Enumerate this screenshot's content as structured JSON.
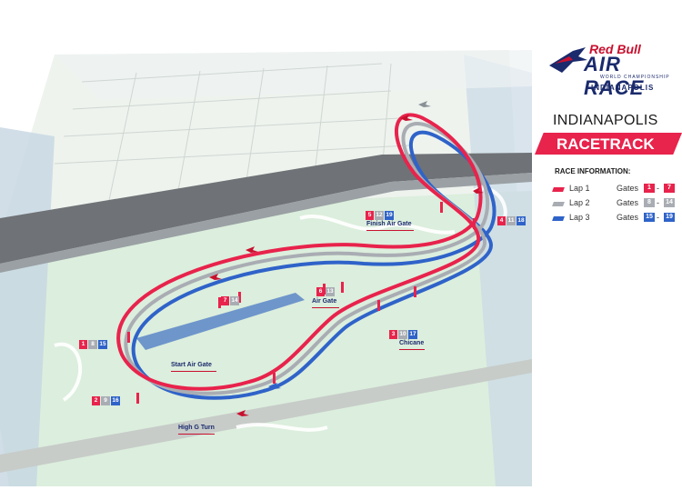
{
  "brand": {
    "name": "Red Bull",
    "event": "AIR RACE",
    "subtitle": "WORLD CHAMPIONSHIP",
    "city": "INDIANAPOLIS"
  },
  "title": {
    "city": "INDIANAPOLIS",
    "banner": "RACETRACK"
  },
  "race_info": {
    "heading": "RACE INFORMATION:",
    "gates_word": "Gates",
    "laps": [
      {
        "label": "Lap 1",
        "color": "#e8234c",
        "from": "1",
        "to": "7"
      },
      {
        "label": "Lap 2",
        "color": "#a9adb3",
        "from": "8",
        "to": "14"
      },
      {
        "label": "Lap 3",
        "color": "#2f63c9",
        "from": "15",
        "to": "19"
      }
    ]
  },
  "map_labels": {
    "finish_air_gate": "Finish Air Gate",
    "air_gate": "Air Gate",
    "start_air_gate": "Start Air Gate",
    "chicane": "Chicane",
    "high_g_turn": "High G Turn"
  },
  "gate_markers": [
    {
      "id": "finish",
      "gates": [
        "5",
        "12",
        "19"
      ]
    },
    {
      "id": "right",
      "gates": [
        "4",
        "11",
        "18"
      ]
    },
    {
      "id": "air-gate-left",
      "gates": [
        "7",
        "14"
      ]
    },
    {
      "id": "air-gate-right",
      "gates": [
        "6",
        "13"
      ]
    },
    {
      "id": "chicane",
      "gates": [
        "3",
        "10",
        "17"
      ]
    },
    {
      "id": "start",
      "gates": [
        "1",
        "8",
        "15"
      ]
    },
    {
      "id": "high-g",
      "gates": [
        "2",
        "9",
        "16"
      ]
    }
  ]
}
